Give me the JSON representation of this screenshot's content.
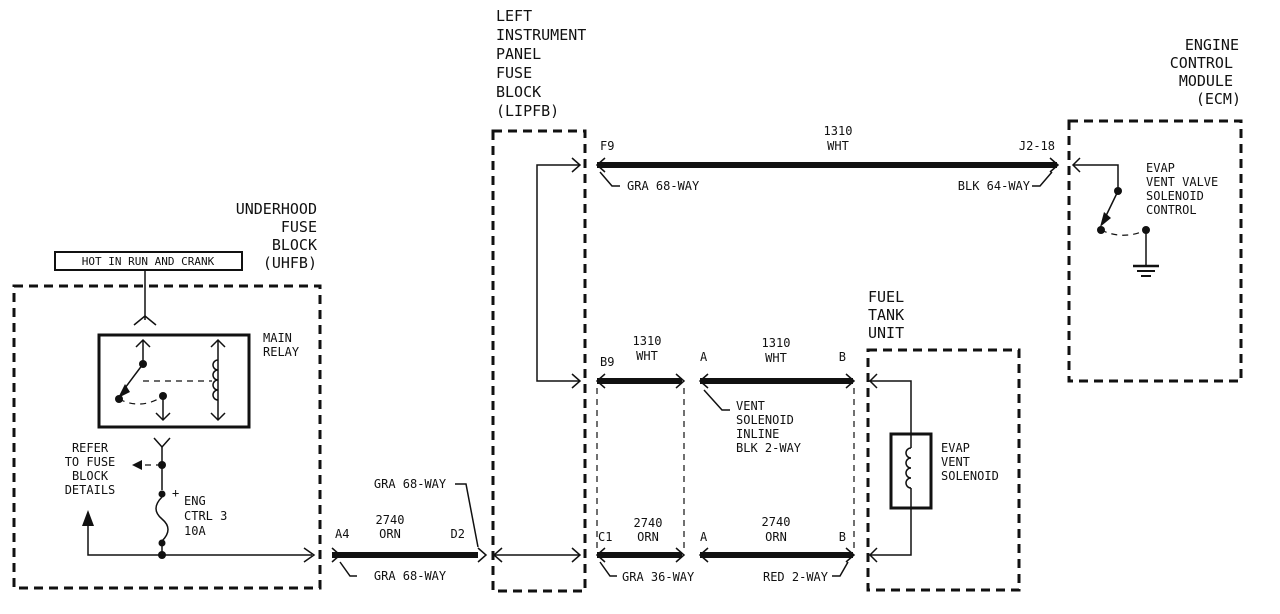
{
  "components": {
    "uhfb": {
      "lines": [
        "UNDERHOOD",
        "FUSE",
        "BLOCK",
        "(UHFB)"
      ]
    },
    "lipfb": {
      "lines": [
        "LEFT",
        "INSTRUMENT",
        "PANEL",
        "FUSE",
        "BLOCK",
        "(LIPFB)"
      ]
    },
    "ecm": {
      "lines": [
        "ENGINE",
        "CONTROL",
        "MODULE",
        "(ECM)"
      ]
    },
    "fuel_tank_unit": {
      "lines": [
        "FUEL",
        "TANK",
        "UNIT"
      ]
    }
  },
  "labels": {
    "hot_in_run": "HOT IN RUN AND CRANK",
    "main_relay": [
      "MAIN",
      "RELAY"
    ],
    "refer": [
      "REFER",
      "TO FUSE",
      "BLOCK",
      "DETAILS"
    ],
    "fuse": [
      "ENG",
      "CTRL 3",
      "10A"
    ],
    "evap_control": [
      "EVAP",
      "VENT VALVE",
      "SOLENOID",
      "CONTROL"
    ],
    "evap_solenoid": [
      "EVAP",
      "VENT",
      "SOLENOID"
    ],
    "vent_inline": [
      "VENT",
      "SOLENOID",
      "INLINE",
      "BLK 2-WAY"
    ]
  },
  "wires": {
    "top": {
      "pin_left": "F9",
      "pin_right": "J2-18",
      "circuit": "1310",
      "color": "WHT",
      "conn_left": "GRA 68-WAY",
      "conn_right": "BLK 64-WAY"
    },
    "mid_left": {
      "pin": "B9",
      "circuit": "1310",
      "color": "WHT"
    },
    "mid_right": {
      "pin_left": "A",
      "pin_right": "B",
      "circuit": "1310",
      "color": "WHT"
    },
    "bot_uhfb": {
      "pin_left": "A4",
      "pin_right": "D2",
      "circuit": "2740",
      "color": "ORN",
      "conn_top": "GRA 68-WAY",
      "conn_bottom": "GRA 68-WAY"
    },
    "bot_mid": {
      "pin": "C1",
      "circuit": "2740",
      "color": "ORN",
      "conn": "GRA 36-WAY"
    },
    "bot_right": {
      "pin_left": "A",
      "pin_right": "B",
      "circuit": "2740",
      "color": "ORN",
      "conn": "RED 2-WAY"
    }
  }
}
